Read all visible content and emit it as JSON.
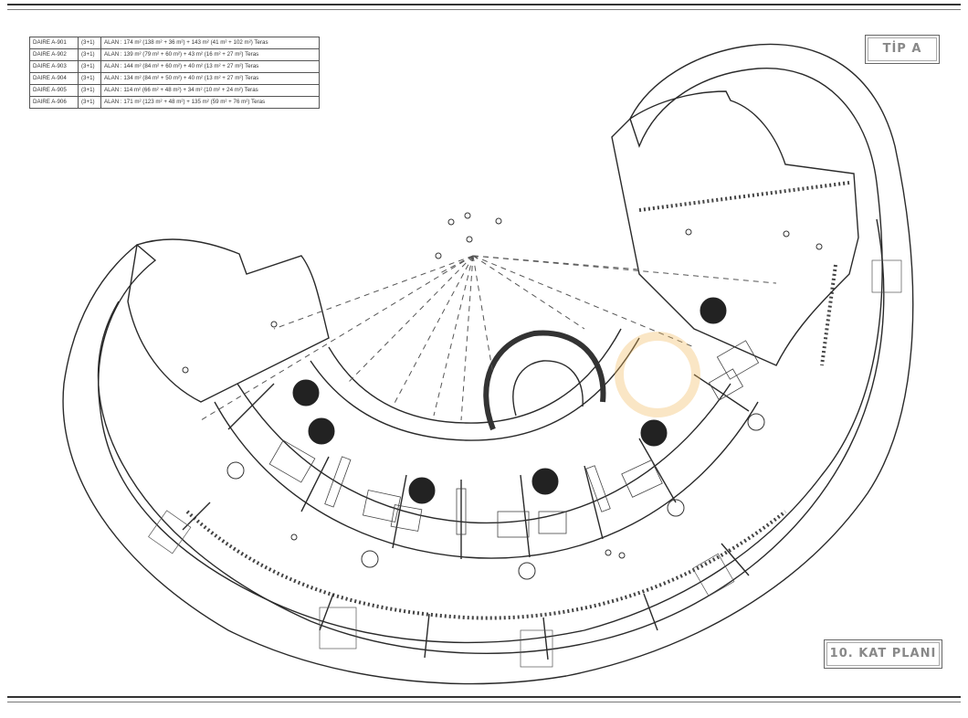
{
  "area_table": {
    "rows": [
      {
        "unit": "DAIRE A-901",
        "type": "(3+1)",
        "area": "ALAN : 174 m² (138 m² + 36 m²) + 143 m² (41 m² + 102 m²) Teras"
      },
      {
        "unit": "DAIRE A-902",
        "type": "(3+1)",
        "area": "ALAN : 139 m² (79 m² + 60 m²) + 43 m² (16 m² + 27 m²) Teras"
      },
      {
        "unit": "DAIRE A-903",
        "type": "(3+1)",
        "area": "ALAN : 144 m² (84 m² + 60 m²) + 40 m² (13 m² + 27 m²) Teras"
      },
      {
        "unit": "DAIRE A-904",
        "type": "(3+1)",
        "area": "ALAN : 134 m² (84 m² + 50 m²) + 40 m² (13 m² + 27 m²) Teras"
      },
      {
        "unit": "DAIRE A-905",
        "type": "(3+1)",
        "area": "ALAN : 114 m² (66 m² + 48 m²) + 34 m² (10 m² + 24 m²) Teras"
      },
      {
        "unit": "DAIRE A-906",
        "type": "(3+1)",
        "area": "ALAN : 171 m² (123 m² + 48 m²) + 135 m² (59 m² + 76 m²) Teras"
      }
    ]
  },
  "tip_label": "TİP A",
  "floor_label": "10. KAT PLANI",
  "colors": {
    "line": "#2a2a2a",
    "light_line": "#777777",
    "watermark": "#f0b85a"
  }
}
